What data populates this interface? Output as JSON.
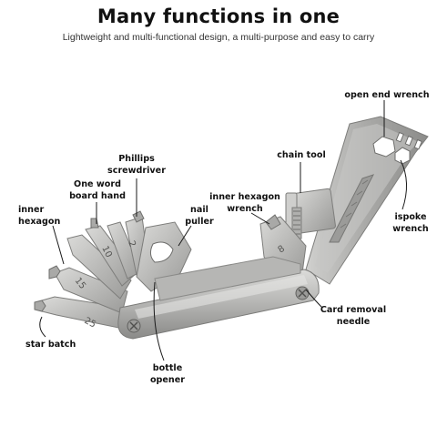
{
  "header": {
    "title": "Many functions in one",
    "subtitle": "Lightweight and multi-functional design, a multi-purpose and easy to carry"
  },
  "labels": {
    "open_end_wrench": "open end wrench",
    "chain_tool": "chain tool",
    "phillips_screwdriver": "Phillips\nscrewdriver",
    "one_word_board_hand": "One word\nboard hand",
    "inner_hexagon": "inner\nhexagon",
    "nail_puller": "nail\npuller",
    "inner_hexagon_wrench": "inner hexagon\nwrench",
    "ispoke_wrench": "ispoke\nwrench",
    "card_removal_needle": "Card removal\nneedle",
    "star_batch": "star batch",
    "bottle_opener": "bottle\nopener"
  },
  "tool_markings": {
    "bit_25": "25",
    "bit_15": "15",
    "bit_10": "10",
    "bit_2": "2",
    "bit_8": "8"
  },
  "colors": {
    "metal": "#b9b9b7",
    "metal_dark": "#8f8f8c",
    "metal_light": "#d6d6d4",
    "leader": "#1a1a1a"
  }
}
